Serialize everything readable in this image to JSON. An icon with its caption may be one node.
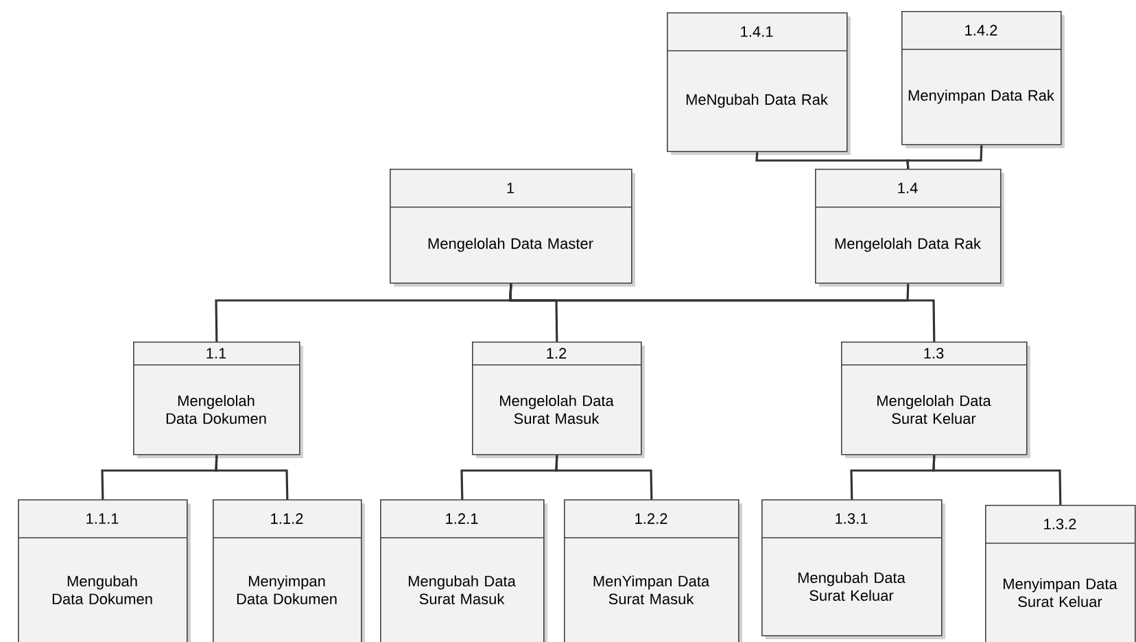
{
  "diagram": {
    "nodes": [
      {
        "text": [
          "1",
          "Mengelolah Data Master"
        ]
      },
      {
        "text": [
          "1.1",
          "Mengelolah Data Dokumen"
        ]
      },
      {
        "text": [
          "1.2",
          "Mengelolah Data Surat Masuk"
        ]
      },
      {
        "text": [
          "1.3",
          "Mengelolah Data Surat Keluar"
        ]
      },
      {
        "text": [
          "1.4",
          "Mengelolah Data Rak"
        ]
      },
      {
        "text": [
          "1.4.1",
          "MeNgubah Data Rak"
        ]
      },
      {
        "text": [
          "1.4.2",
          "Menyimpan Data Rak"
        ]
      },
      {
        "text": [
          "1.1.1",
          "Mengubah Data Dokumen"
        ]
      },
      {
        "text": [
          "1.1.2",
          "Menyimpan Data Dokumen"
        ]
      },
      {
        "text": [
          "1.2.1",
          "Mengubah Data Surat Masuk"
        ]
      },
      {
        "text": [
          "1.2.2",
          "MenYimpan Data Surat Masuk"
        ]
      },
      {
        "text": [
          "1.3.1",
          "Mengubah Data Surat Keluar"
        ]
      },
      {
        "text": [
          "1.3.2",
          "Menyimpan Data Surat Keluar"
        ]
      }
    ],
    "edges": [
      {
        "from": 0,
        "to": 1,
        "arrow": "none"
      },
      {
        "from": 0,
        "to": 2,
        "arrow": "none"
      },
      {
        "from": 0,
        "to": 3,
        "arrow": "none"
      },
      {
        "from": 0,
        "to": 4,
        "arrow": "none"
      },
      {
        "from": 4,
        "to": 5,
        "arrow": "none"
      },
      {
        "from": 4,
        "to": 6,
        "arrow": "none"
      },
      {
        "from": 1,
        "to": 7,
        "arrow": "none"
      },
      {
        "from": 1,
        "to": 8,
        "arrow": "none"
      },
      {
        "from": 2,
        "to": 9,
        "arrow": "none"
      },
      {
        "from": 2,
        "to": 10,
        "arrow": "none"
      },
      {
        "from": 3,
        "to": 11,
        "arrow": "none"
      },
      {
        "from": 3,
        "to": 12,
        "arrow": "none"
      }
    ]
  }
}
